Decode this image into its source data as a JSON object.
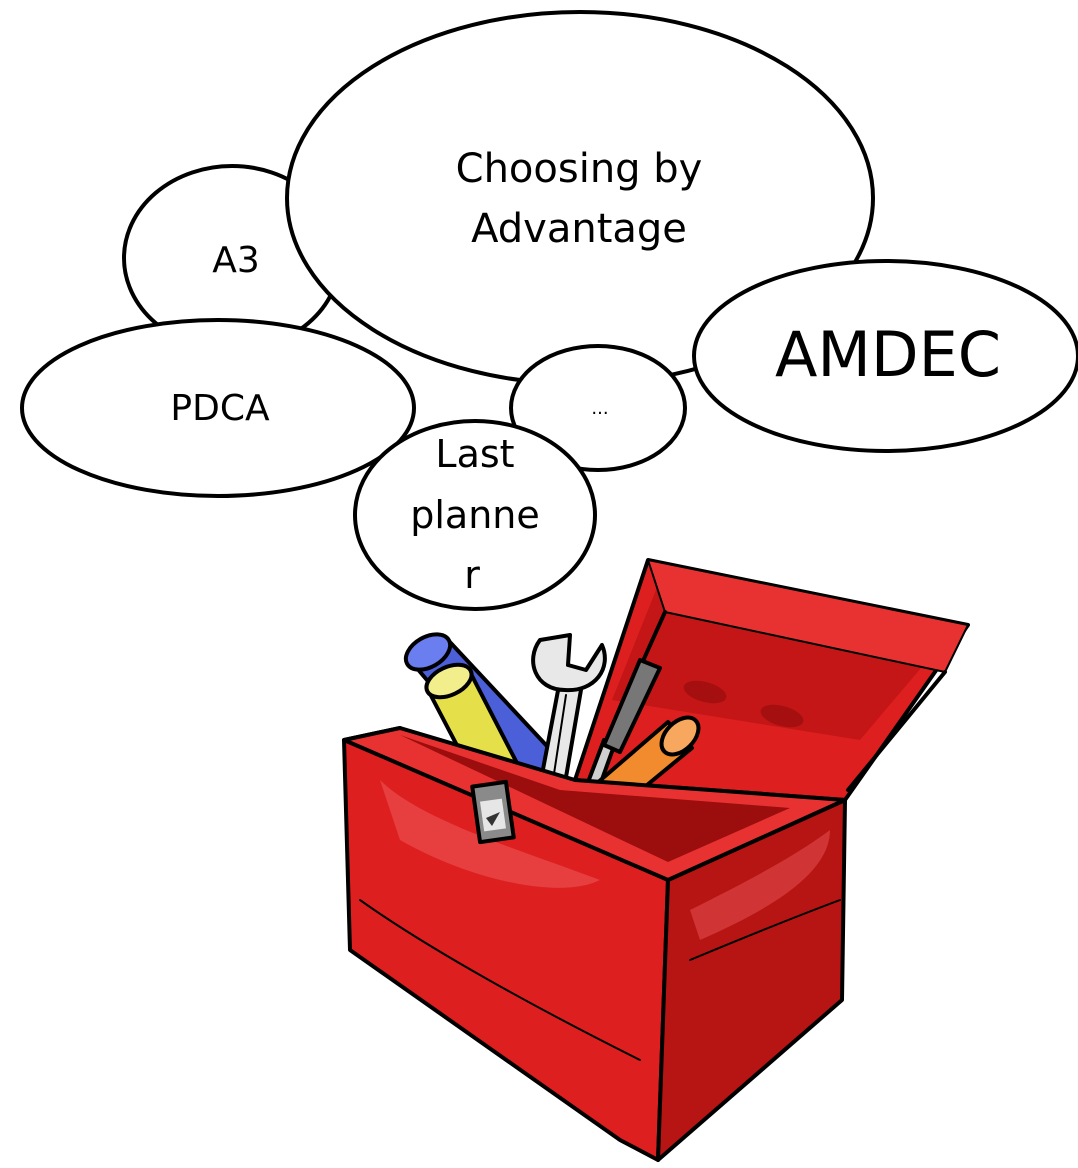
{
  "bubbles": {
    "choosing_by_advantage": [
      "Choosing by",
      "Advantage"
    ],
    "a3": "A3",
    "amdec": "AMDEC",
    "pdca": "PDCA",
    "ellipsis": "...",
    "last_planner": [
      "Last",
      "planne",
      "r"
    ]
  },
  "colors": {
    "toolbox_red": "#dd1f1f",
    "toolbox_dark_red": "#b01212",
    "blue_tool": "#4a5fd8",
    "yellow_tool": "#e5df4a",
    "orange_tool": "#f28a2e",
    "bubble_stroke": "#000000"
  },
  "icons": {
    "toolbox": "toolbox-icon",
    "wrench": "wrench-icon",
    "screwdriver": "screwdriver-icon"
  }
}
